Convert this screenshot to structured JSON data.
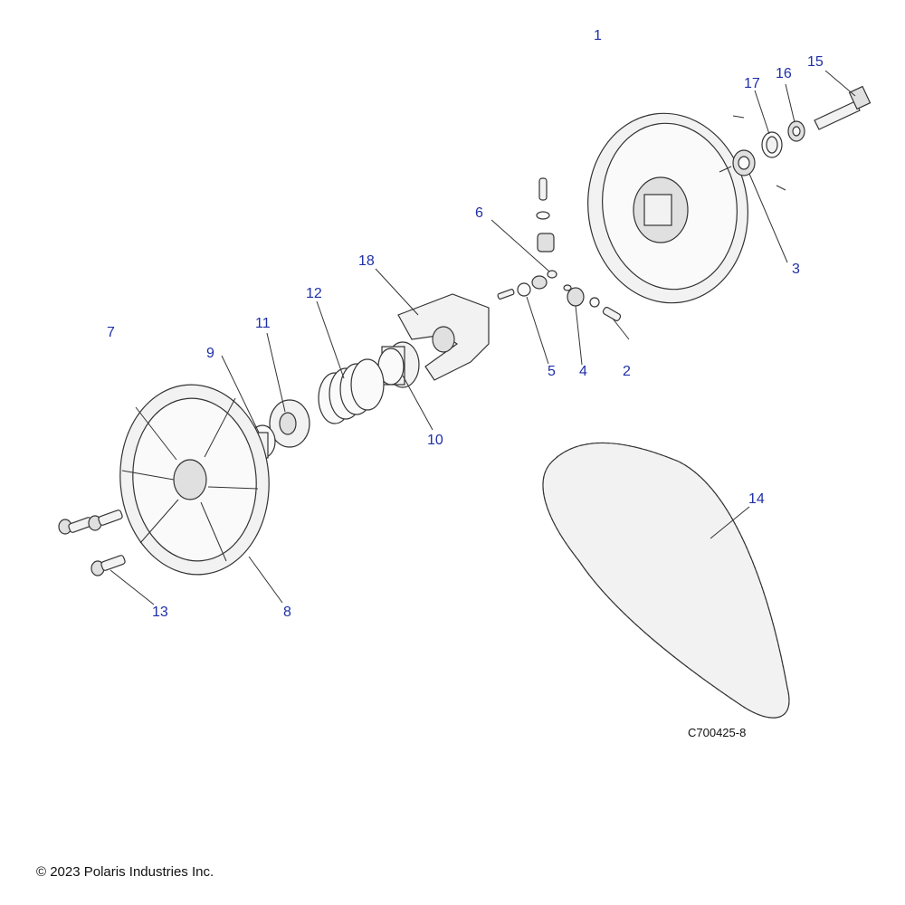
{
  "callouts": [
    {
      "id": "c1",
      "label": "1"
    },
    {
      "id": "c2",
      "label": "2"
    },
    {
      "id": "c3",
      "label": "3"
    },
    {
      "id": "c4",
      "label": "4"
    },
    {
      "id": "c5",
      "label": "5"
    },
    {
      "id": "c6",
      "label": "6"
    },
    {
      "id": "c7",
      "label": "7"
    },
    {
      "id": "c8",
      "label": "8"
    },
    {
      "id": "c9",
      "label": "9"
    },
    {
      "id": "c10",
      "label": "10"
    },
    {
      "id": "c11",
      "label": "11"
    },
    {
      "id": "c12",
      "label": "12"
    },
    {
      "id": "c13",
      "label": "13"
    },
    {
      "id": "c14",
      "label": "14"
    },
    {
      "id": "c15",
      "label": "15"
    },
    {
      "id": "c16",
      "label": "16"
    },
    {
      "id": "c17",
      "label": "17"
    },
    {
      "id": "c18",
      "label": "18"
    }
  ],
  "drawing_number": "C700425-8",
  "copyright": "© 2023 Polaris Industries Inc.",
  "colors": {
    "callout_text": "#1f2fa8",
    "line": "#333333",
    "part_fill": "#f2f2f2"
  }
}
